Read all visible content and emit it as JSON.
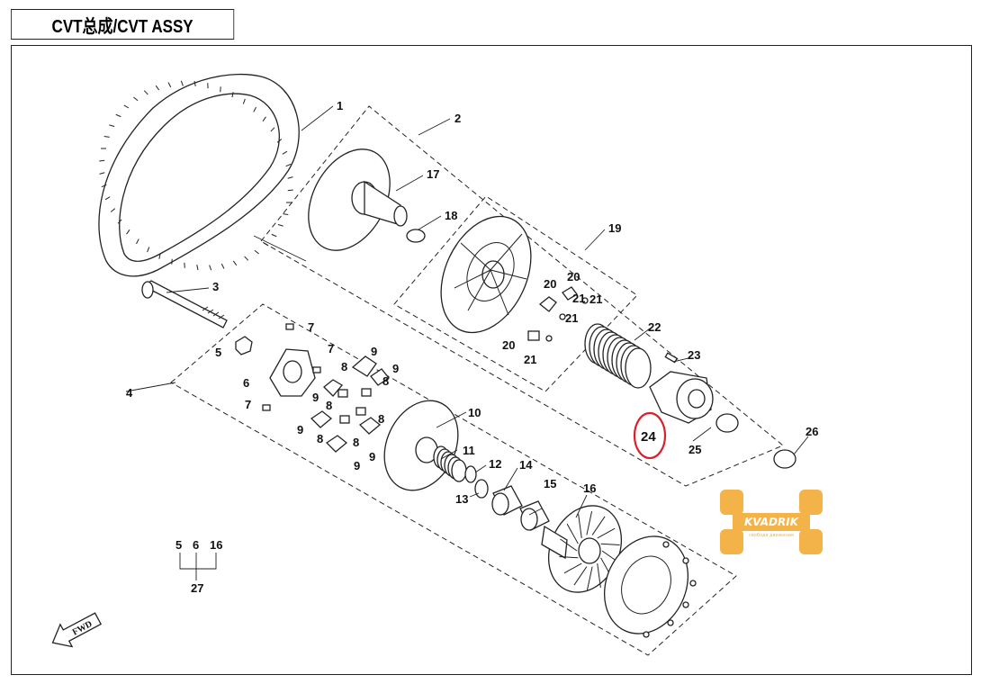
{
  "title": "CVT总成/CVT ASSY",
  "callouts": {
    "c1": "1",
    "c2": "2",
    "c3": "3",
    "c4": "4",
    "c5": "5",
    "c6": "6",
    "c7a": "7",
    "c7b": "7",
    "c7c": "7",
    "c8a": "8",
    "c8b": "8",
    "c8c": "8",
    "c8d": "8",
    "c8e": "8",
    "c8f": "8",
    "c9a": "9",
    "c9b": "9",
    "c9c": "9",
    "c9d": "9",
    "c9e": "9",
    "c9f": "9",
    "c10": "10",
    "c11": "11",
    "c12": "12",
    "c13": "13",
    "c14": "14",
    "c15": "15",
    "c16": "16",
    "c17": "17",
    "c18": "18",
    "c19": "19",
    "c20a": "20",
    "c20b": "20",
    "c20c": "20",
    "c21a": "21",
    "c21b": "21",
    "c21c": "21",
    "c21d": "21",
    "c22": "22",
    "c23": "23",
    "c24": "24",
    "c25": "25",
    "c26": "26"
  },
  "group_legend": {
    "a": "5",
    "b": "6",
    "c": "16",
    "total": "27"
  },
  "fwd_label": "FWD",
  "highlight_color": "#d9202a",
  "watermark": {
    "brand": "KVADRIK",
    "tagline": "свобода движения",
    "color": "#f2a62a"
  }
}
